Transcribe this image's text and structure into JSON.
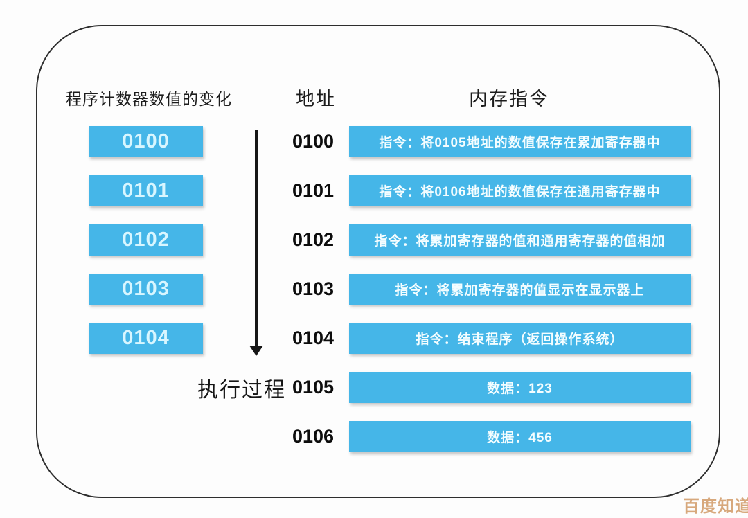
{
  "diagram": {
    "left_column": {
      "title": "程序计数器数值的变化",
      "boxes": [
        "0100",
        "0101",
        "0102",
        "0103",
        "0104"
      ],
      "flow_label": "执行过程"
    },
    "memory": {
      "address_header": "地址",
      "instruction_header": "内存指令",
      "rows": [
        {
          "address": "0100",
          "content": "指令：将0105地址的数值保存在累加寄存器中"
        },
        {
          "address": "0101",
          "content": "指令：将0106地址的数值保存在通用寄存器中"
        },
        {
          "address": "0102",
          "content": "指令：将累加寄存器的值和通用寄存器的值相加"
        },
        {
          "address": "0103",
          "content": "指令：将累加寄存器的值显示在显示器上"
        },
        {
          "address": "0104",
          "content": "指令：结束程序（返回操作系统）"
        },
        {
          "address": "0105",
          "content": "数据：123"
        },
        {
          "address": "0106",
          "content": "数据：456"
        }
      ]
    },
    "colors": {
      "box_blue": "#45b6e8",
      "box_text_light": "#d8f6ff",
      "frame_border": "#2e2e2e",
      "watermark_tan": "#d7a87c"
    },
    "watermark": "百度知道"
  }
}
